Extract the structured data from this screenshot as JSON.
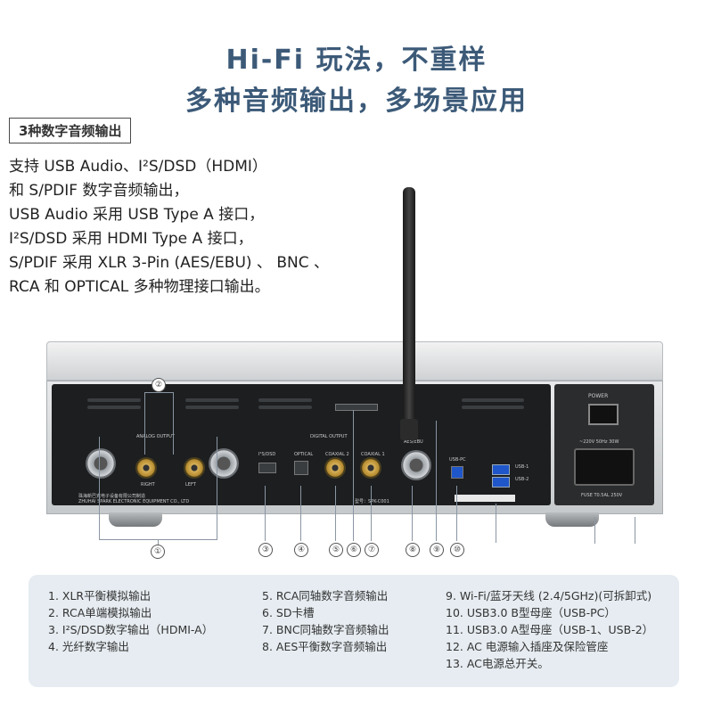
{
  "hero": {
    "line1": "Hi-Fi 玩法，不重样",
    "line2": "多种音频输出，多场景应用"
  },
  "section_tag": "3种数字音频输出",
  "description": [
    "支持 USB Audio、I²S/DSD（HDMI）",
    "和 S/PDIF 数字音频输出，",
    "USB Audio 采用 USB Type A 接口，",
    "I²S/DSD 采用 HDMI Type A 接口，",
    "S/PDIF 采用 XLR 3-Pin (AES/EBU) 、 BNC 、",
    "RCA 和 OPTICAL 多种物理接口输出。"
  ],
  "device_labels": {
    "analog_output": "ANALOG OUTPUT",
    "digital_output": "DIGITAL OUTPUT",
    "i2s_dsd": "I²S/DSD",
    "optical": "OPTICAL",
    "coaxial2": "COAXIAL 2",
    "coaxial1": "COAXIAL 1",
    "aes_ebu": "AES/EBU",
    "usb_pc": "USB-PC",
    "usb1": "USB-1",
    "usb2": "USB-2",
    "power": "POWER",
    "voltage": "~220V 50Hz 30W",
    "fuse": "FUSE T0.5AL 250V",
    "right": "RIGHT",
    "left": "LEFT",
    "model": "型号：SPK-C001",
    "maker_cn": "珠海新巴克电子设备有限公司制造",
    "maker_en": "ZHUHAI SPARK ELECTRONIC EQUIPMENT CO., LTD"
  },
  "callouts": [
    "①",
    "②",
    "③",
    "④",
    "⑤",
    "⑥",
    "⑦",
    "⑧",
    "⑨",
    "⑩"
  ],
  "legend": {
    "col1": [
      "1. XLR平衡模拟输出",
      "2. RCA单端模拟输出",
      "3. I²S/DSD数字输出（HDMI-A）",
      "4. 光纤数字输出"
    ],
    "col2": [
      "5. RCA同轴数字音频输出",
      "6. SD卡槽",
      "7. BNC同轴数字音频输出",
      "8. AES平衡数字音频输出"
    ],
    "col3": [
      "9. Wi-Fi/蓝牙天线 (2.4/5GHz)(可拆卸式)",
      "10. USB3.0 B型母座（USB-PC）",
      "11. USB3.0 A型母座（USB-1、USB-2）",
      "12. AC 电源输入插座及保险管座",
      "13. AC电源总开关。"
    ]
  },
  "colors": {
    "title": "#3c5a78",
    "legend_bg": "#e6ecf1",
    "panel": "#1c1e20"
  }
}
